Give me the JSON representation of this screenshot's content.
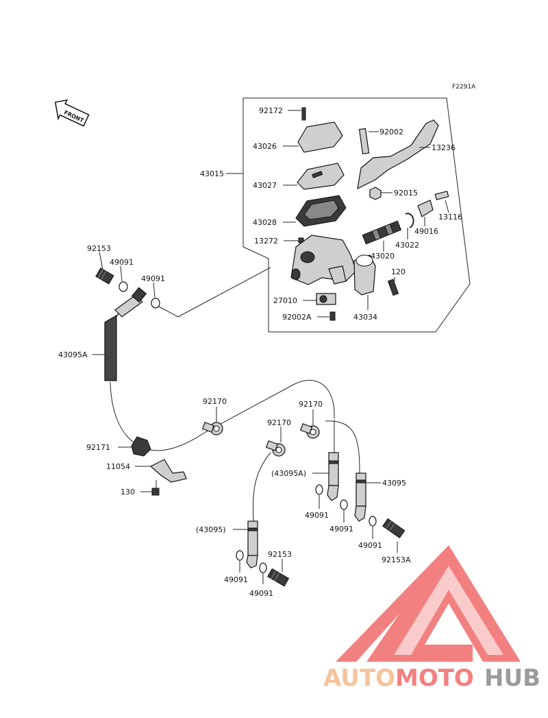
{
  "diagram": {
    "figure_code": "F2291A",
    "front_label": "FRONT",
    "labels": {
      "p92172": "92172",
      "p92002": "92002",
      "p13236": "13236",
      "p43026": "43026",
      "p43015": "43015",
      "p43027": "43027",
      "p92015": "92015",
      "p13116": "13116",
      "p43028": "43028",
      "p49016": "49016",
      "p43022": "43022",
      "p13272": "13272",
      "p43020": "43020",
      "p120": "120",
      "p27010": "27010",
      "p92002A": "92002A",
      "p43034": "43034",
      "p92153_top": "92153",
      "p49091_a": "49091",
      "p49091_b": "49091",
      "p43095A": "43095A",
      "p92170_a": "92170",
      "p92170_b": "92170",
      "p92170_c": "92170",
      "p92171": "92171",
      "p11054": "11054",
      "p130": "130",
      "p43095A_paren": "(43095A)",
      "p43095": "43095",
      "p49091_c": "49091",
      "p49091_d": "49091",
      "p43095_paren": "(43095)",
      "p49091_e": "49091",
      "p92153A": "92153A",
      "p92153_bottom": "92153",
      "p49091_f": "49091",
      "p49091_g": "49091"
    }
  },
  "watermark": {
    "word_part1": "AUTO",
    "word_part2": "MOTO",
    "word_part3": "HUB",
    "colors": {
      "triangle": "#f26a6a",
      "auto": "#f5b98a",
      "moto": "#f26a6a",
      "hub": "#8a8a8a"
    }
  }
}
